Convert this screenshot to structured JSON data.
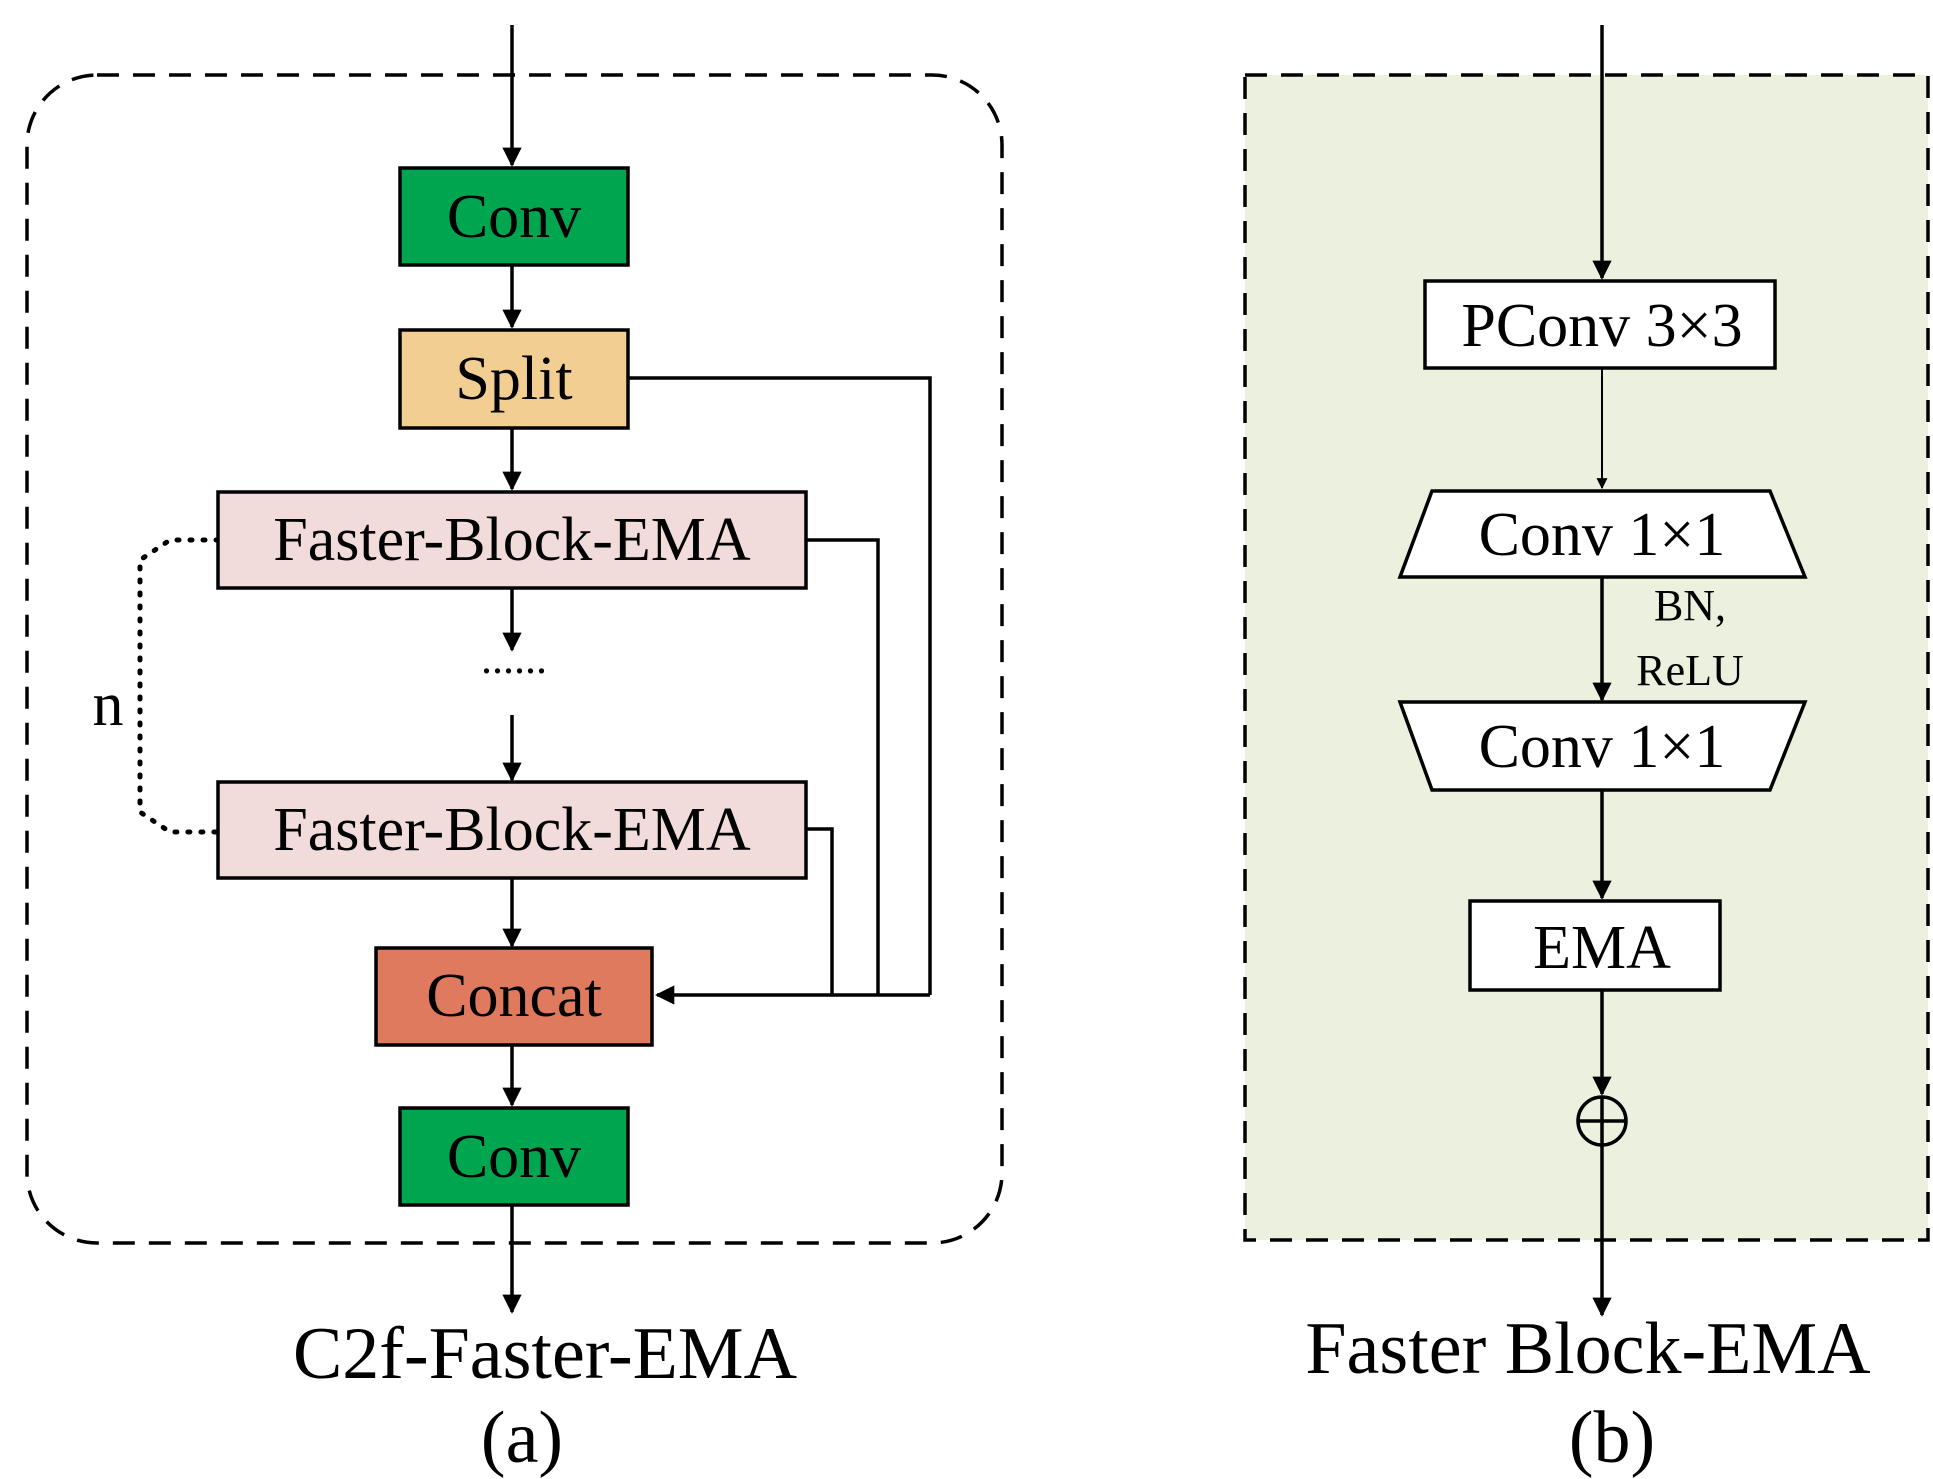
{
  "panel_a": {
    "blocks": {
      "conv_top": "Conv",
      "split": "Split",
      "faster_block_1": "Faster-Block-EMA",
      "ellipsis": "......",
      "faster_block_n": "Faster-Block-EMA",
      "concat": "Concat",
      "conv_bottom": "Conv"
    },
    "repeat_label": "n",
    "caption": "C2f-Faster-EMA",
    "sublabel": "(a)"
  },
  "panel_b": {
    "blocks": {
      "pconv": "PConv 3×3",
      "conv1": "Conv 1×1",
      "norm_act_line1": "BN,",
      "norm_act_line2": "ReLU",
      "conv2": "Conv 1×1",
      "ema": "EMA",
      "add_symbol": "⊕"
    },
    "caption": "Faster Block-EMA",
    "sublabel": "(b)"
  },
  "colors": {
    "conv": "#00A550",
    "split": "#F2CE92",
    "faster_block": "#F2DCDB",
    "concat": "#E07A5F",
    "panel_b_background": "#EBF1DE",
    "plain_box": "#FFFFFF",
    "line": "#000000"
  }
}
